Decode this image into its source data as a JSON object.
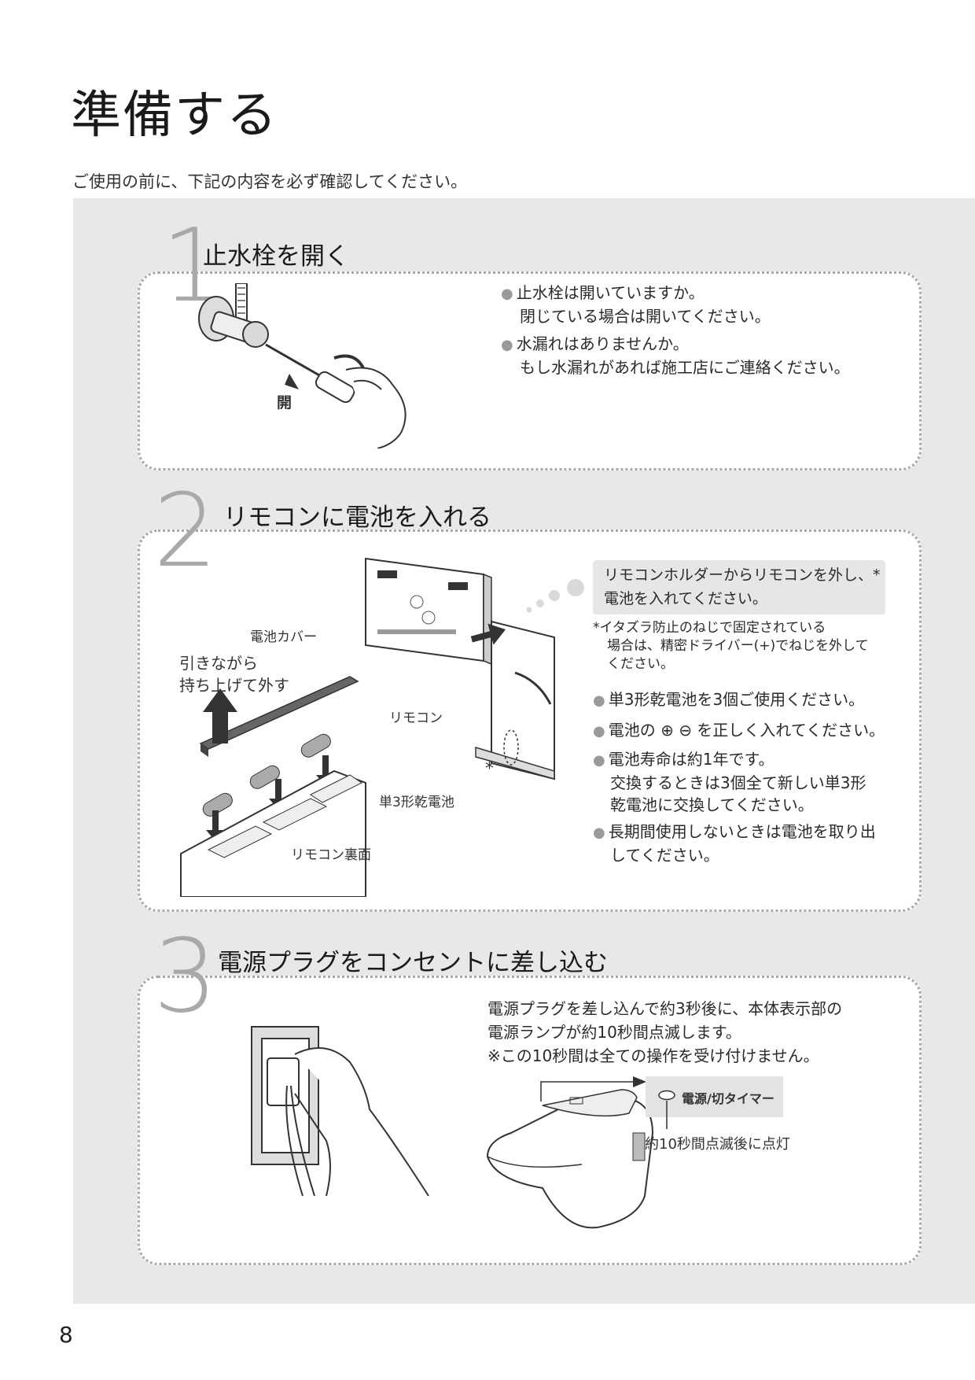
{
  "title": "準備する",
  "intro": "ご使用の前に、下記の内容を必ず確認してください。",
  "page_number": "8",
  "step1": {
    "number": "1",
    "title": "止水栓を開く",
    "open_label": "開",
    "bullet1_line1": "止水栓は開いていますか。",
    "bullet1_line2": "閉じている場合は開いてください。",
    "bullet2_line1": "水漏れはありませんか。",
    "bullet2_line2": "もし水漏れがあれば施工店にご連絡ください。"
  },
  "step2": {
    "number": "2",
    "title": "リモコンに電池を入れる",
    "callout_line1": "リモコンホルダーからリモコンを外し、*",
    "callout_line2": "電池を入れてください。",
    "note_line1": "*イタズラ防止のねじで固定されている",
    "note_line2": "場合は、精密ドライバー(+)でねじを外して",
    "note_line3": "ください。",
    "bullet1": "単3形乾電池を3個ご使用ください。",
    "bullet2": "電池の ⊕ ⊖ を正しく入れてください。",
    "bullet3_line1": "電池寿命は約1年です。",
    "bullet3_line2": "交換するときは3個全て新しい単3形",
    "bullet3_line3": "乾電池に交換してください。",
    "bullet4_line1": "長期間使用しないときは電池を取り出",
    "bullet4_line2": "してください。",
    "label_cover": "電池カバー",
    "label_pull1": "引きながら",
    "label_pull2": "持ち上げて外す",
    "label_remote": "リモコン",
    "label_battery": "単3形乾電池",
    "label_back": "リモコン裏面",
    "label_star": "*"
  },
  "step3": {
    "number": "3",
    "title": "電源プラグをコンセントに差し込む",
    "line1": "電源プラグを差し込んで約3秒後に、本体表示部の",
    "line2": "電源ランプが約10秒間点滅します。",
    "line3": "※この10秒間は全ての操作を受け付けません。",
    "indicator_label": "電源/切タイマー",
    "indicator_caption": "約10秒間点滅後に点灯"
  }
}
